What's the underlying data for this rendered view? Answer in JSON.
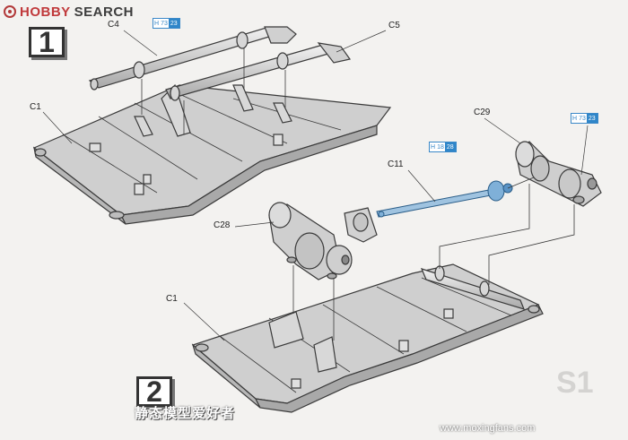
{
  "brand": {
    "prefix": "HOBBY",
    "suffix": "SEARCH"
  },
  "steps": {
    "step1": "1",
    "step2": "2"
  },
  "parts": {
    "c4": "C4",
    "c5": "C5",
    "c1_top": "C1",
    "c29": "C29",
    "c11": "C11",
    "c28": "C28",
    "c1_bottom": "C1"
  },
  "tags": {
    "tag_c4": {
      "h": "H",
      "n": "73",
      "c": "23"
    },
    "tag_c11": {
      "h": "H",
      "n": "18",
      "c": "28"
    },
    "tag_c29": {
      "h": "H",
      "n": "73",
      "c": "23"
    }
  },
  "watermark": {
    "text": "静态模型爱好者",
    "url": "www.moxingfans.com"
  },
  "background_mark": {
    "text": "S1"
  },
  "colors": {
    "accent_blue": "#2f86c9",
    "brand_red": "#c0393b",
    "part_grey": "#cfcfcf",
    "line": "#3a3a3a"
  }
}
